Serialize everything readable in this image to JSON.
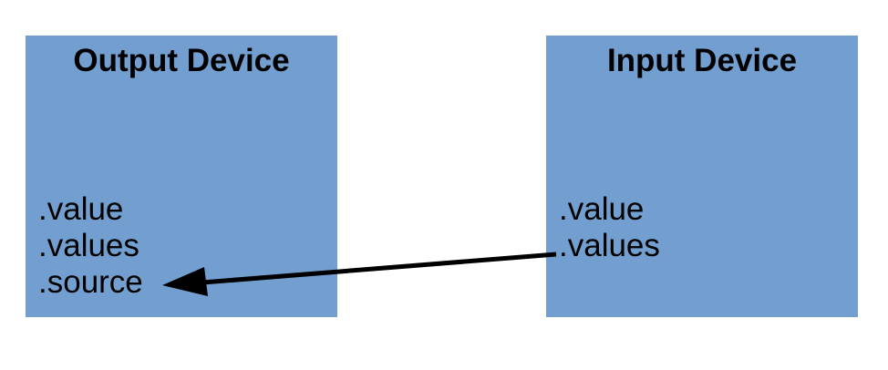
{
  "diagram": {
    "output_device": {
      "title": "Output Device",
      "properties": [
        ".value",
        ".values",
        ".source"
      ]
    },
    "input_device": {
      "title": "Input Device",
      "properties": [
        ".value",
        ".values"
      ]
    },
    "connection": {
      "from": "input_device.values",
      "to": "output_device.source"
    },
    "colors": {
      "box_fill": "#729fcf",
      "text": "#000000",
      "arrow": "#000000"
    }
  }
}
